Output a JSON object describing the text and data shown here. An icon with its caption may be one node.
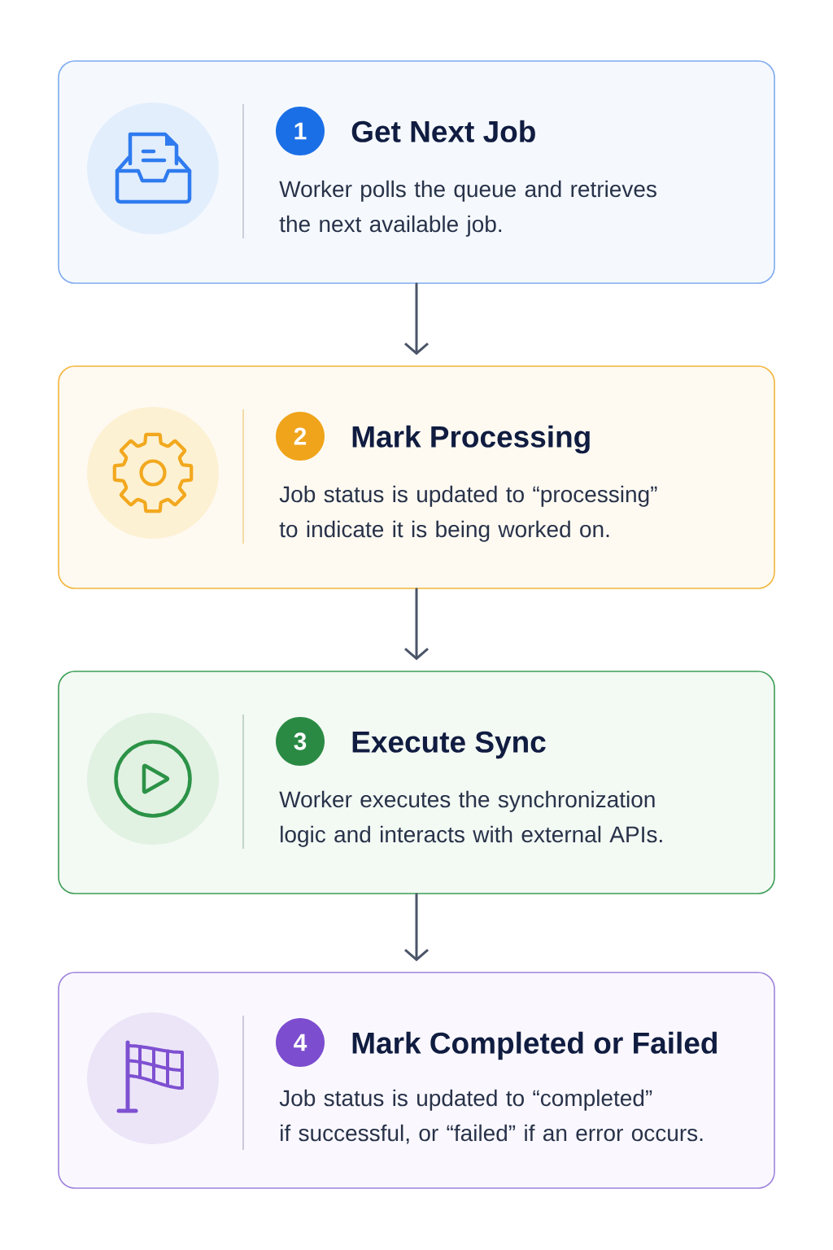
{
  "diagram": {
    "nodes": [
      {
        "text": [
          "Get Next Job",
          "Worker polls the queue and retrieves the next available job."
        ]
      },
      {
        "text": [
          "1"
        ],
        "in": 0
      },
      {
        "text": [
          "Mark Processing",
          "Job status is updated to “processing” to indicate it is being worked on."
        ]
      },
      {
        "text": [
          "2"
        ],
        "in": 2
      },
      {
        "text": [
          "Execute Sync",
          "Worker executes the synchronization logic and interacts with external APIs."
        ]
      },
      {
        "text": [
          "3"
        ],
        "in": 4
      },
      {
        "text": [
          "Mark Completed or Failed",
          "Job status is updated to “completed” if successful, or “failed” if an error occurs."
        ]
      },
      {
        "text": [
          "4"
        ],
        "in": 6
      }
    ],
    "edges": [
      {
        "from": 0,
        "to": 2,
        "arrow": "to"
      },
      {
        "from": 2,
        "to": 4,
        "arrow": "to"
      },
      {
        "from": 4,
        "to": 6,
        "arrow": "to"
      }
    ]
  }
}
